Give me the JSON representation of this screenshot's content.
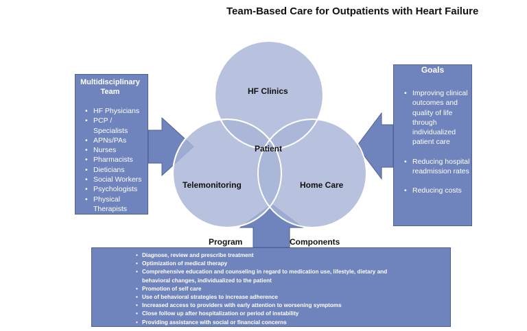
{
  "title": "Team-Based Care for Outpatients with Heart Failure",
  "colors": {
    "panel_fill": "#6f84bc",
    "circle_fill": "#a8b5d8",
    "circle_stroke": "#ffffff",
    "arrow_fill": "#6f84bc"
  },
  "circles": {
    "top": "HF Clinics",
    "left": "Telemonitoring",
    "right": "Home Care",
    "center": "Patient"
  },
  "team": {
    "header_line1": "Multidisciplinary",
    "header_line2": "Team",
    "items": [
      "HF Physicians",
      "PCP /",
      "Specialists",
      "APNs/PAs",
      "Nurses",
      "Pharmacists",
      "Dieticians",
      "Social Workers",
      "Psychologists",
      "Physical",
      "Therapists"
    ]
  },
  "goals": {
    "header": "Goals",
    "items": [
      "Improving clinical outcomes and quality of life through individualized patient care",
      "Reducing hospital readmission rates",
      "Reducing costs"
    ]
  },
  "program": {
    "label_left": "Program",
    "label_right": "Components",
    "items": [
      "Diagnose, review and prescribe treatment",
      "Optimization of medical therapy",
      "Comprehensive education and counseling in regard to medication use, lifestyle, dietary and",
      "behavioral  changes, individualized to the patient",
      "Promotion of self care",
      "Use of behavioral strategies to increase adherence",
      "Increased access to providers with early attention to worsening symptoms",
      "Close follow up after hospitalization or period of instability",
      "Providing assistance with social or financial concerns"
    ]
  }
}
